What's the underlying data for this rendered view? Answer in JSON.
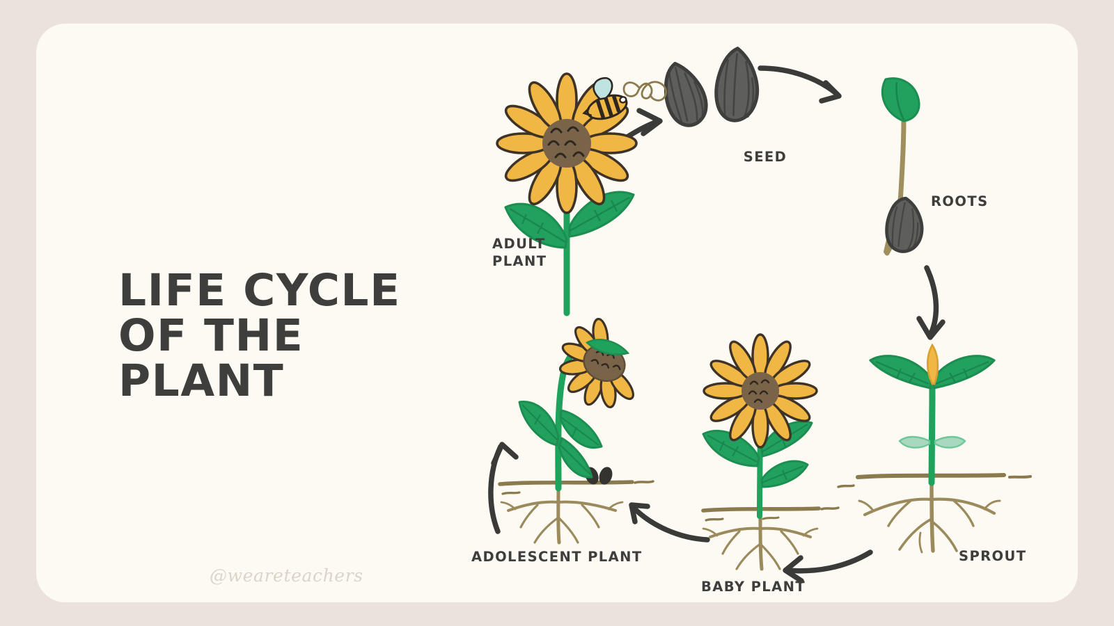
{
  "poster": {
    "title_line1": "LIFE CYCLE",
    "title_line2": "OF THE PLANT",
    "watermark": "@weareteachers",
    "background_color": "#EAE2DB",
    "card_color": "#FDFAF4",
    "text_color": "#3E3E3C"
  },
  "palette": {
    "petal_yellow": "#F0B744",
    "flower_center_brown": "#7A6449",
    "leaf_green": "#22A05E",
    "stem_green": "#1FA35C",
    "pale_green": "#A8D9BE",
    "seed_gray": "#5E5E5C",
    "seed_outline": "#3E3E3C",
    "soil_brown": "#8A7A4E",
    "root_brown": "#9A8A5C",
    "arrow_dark": "#3A3A38",
    "bee_wing": "#BFE3E0"
  },
  "cycle": {
    "heading": "Life cycle of the plant",
    "direction": "clockwise",
    "stages": [
      {
        "id": "seed",
        "label": "SEED",
        "order": 1,
        "description": "Two striped sunflower seeds"
      },
      {
        "id": "roots",
        "label": "ROOTS",
        "order": 2,
        "description": "Seed sprouting a root and first leaf"
      },
      {
        "id": "sprout",
        "label": "SPROUT",
        "order": 3,
        "description": "Seedling above soil with root system"
      },
      {
        "id": "baby-plant",
        "label": "BABY PLANT",
        "order": 4,
        "description": "Small sunflower in bloom"
      },
      {
        "id": "adolescent-plant",
        "label": "ADOLESCENT PLANT",
        "order": 5,
        "description": "Drooping sunflower dropping seeds"
      },
      {
        "id": "adult-plant",
        "label": "ADULT\nPLANT",
        "order": 6,
        "description": "Full sunflower pollinated by a bee"
      }
    ],
    "arrows": [
      {
        "id": "adult-to-seed",
        "from": "adult-plant",
        "to": "seed"
      },
      {
        "id": "seed-to-roots",
        "from": "seed",
        "to": "roots"
      },
      {
        "id": "roots-to-sprout",
        "from": "roots",
        "to": "sprout"
      },
      {
        "id": "sprout-to-baby",
        "from": "sprout",
        "to": "baby-plant"
      },
      {
        "id": "baby-to-adolescent",
        "from": "baby-plant",
        "to": "adolescent-plant"
      },
      {
        "id": "adolescent-to-adult",
        "from": "adolescent-plant",
        "to": "adult-plant"
      }
    ]
  }
}
